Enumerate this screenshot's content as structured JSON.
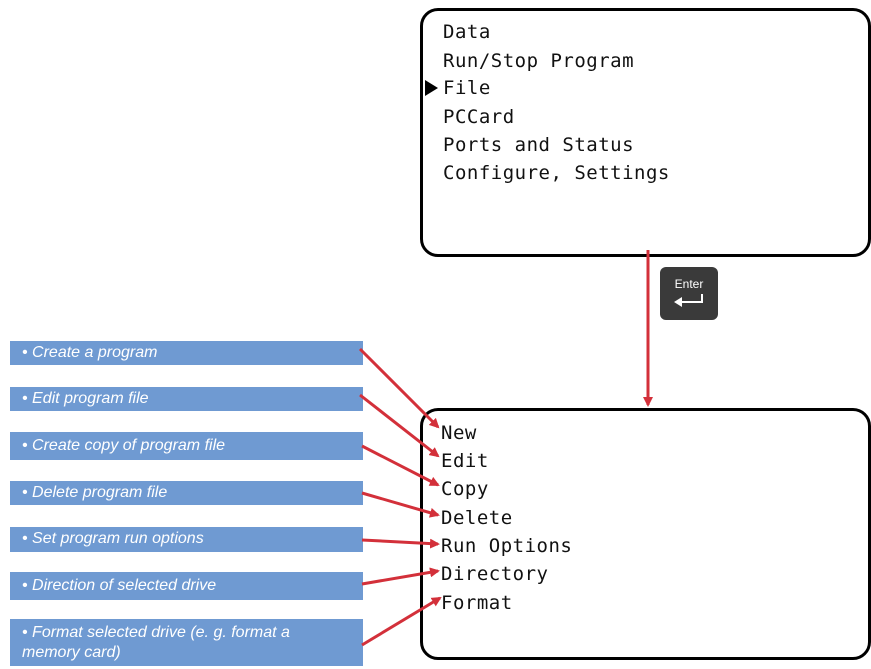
{
  "top_menu": {
    "items": [
      "Data",
      "Run/Stop Program",
      "File",
      "PCCard",
      "Ports and Status",
      "Configure, Settings"
    ],
    "selected_index": 2
  },
  "enter_key": {
    "label": "Enter",
    "icon": "return-arrow-icon"
  },
  "file_menu": {
    "items": [
      "New",
      "Edit",
      "Copy",
      "Delete",
      "Run Options",
      "Directory",
      "Format"
    ]
  },
  "callouts": [
    "• Create a program",
    "• Edit program file",
    "• Create copy of program file",
    "• Delete program file",
    "• Set program run options",
    "• Direction of selected drive",
    "• Format selected drive (e. g. format a memory card)"
  ],
  "colors": {
    "callout_fill": "#6f9ad2",
    "arrow": "#d3303a",
    "key_fill": "#3a3a3a",
    "screen_border": "#000000"
  }
}
